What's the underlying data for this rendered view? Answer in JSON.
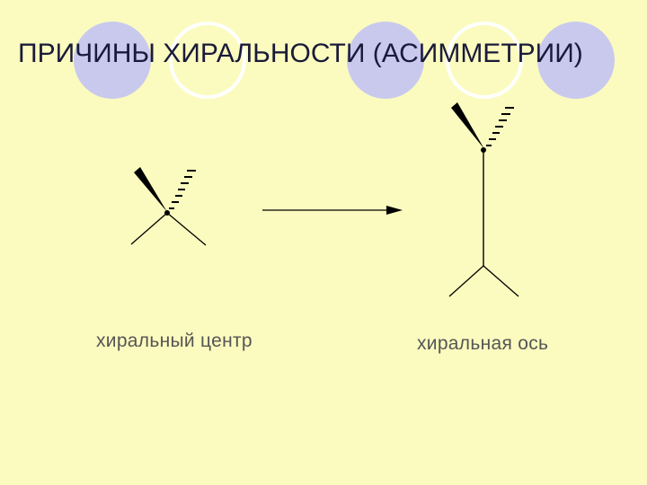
{
  "slide": {
    "title": "ПРИЧИНЫ ХИРАЛЬНОСТИ (АСИММЕТРИИ)",
    "caption_left": "хиральный центр",
    "caption_right": "хиральная ось"
  },
  "colors": {
    "background": "#fbfbbf",
    "circle_fill": "#c9c9ee",
    "circle_ring": "#ffffff",
    "title_text": "#1a1a3a",
    "caption_text": "#555555",
    "drawing": "#000000"
  }
}
